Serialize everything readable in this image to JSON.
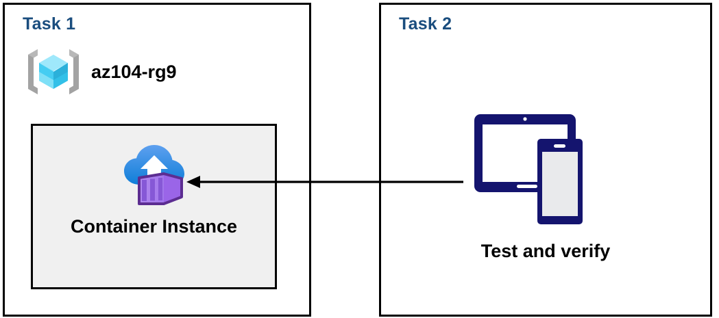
{
  "diagram": {
    "title_color": "#1a4d7e",
    "panels": [
      {
        "id": "task1",
        "title": "Task 1",
        "resource_group": {
          "icon": "azure-resource-group-icon",
          "label": "az104-rg9"
        },
        "resource_box": {
          "icon": "azure-container-instance-icon",
          "label": "Container Instance",
          "background_color": "#f0f0f0",
          "border_color": "#000000"
        }
      },
      {
        "id": "task2",
        "title": "Task 2",
        "step": {
          "icon": "devices-tablet-phone-icon",
          "label": "Test and verify",
          "icon_color": "#141464"
        }
      }
    ],
    "connector": {
      "name": "arrow-task2-to-container-instance",
      "direction": "right-to-left",
      "color": "#000000"
    }
  }
}
